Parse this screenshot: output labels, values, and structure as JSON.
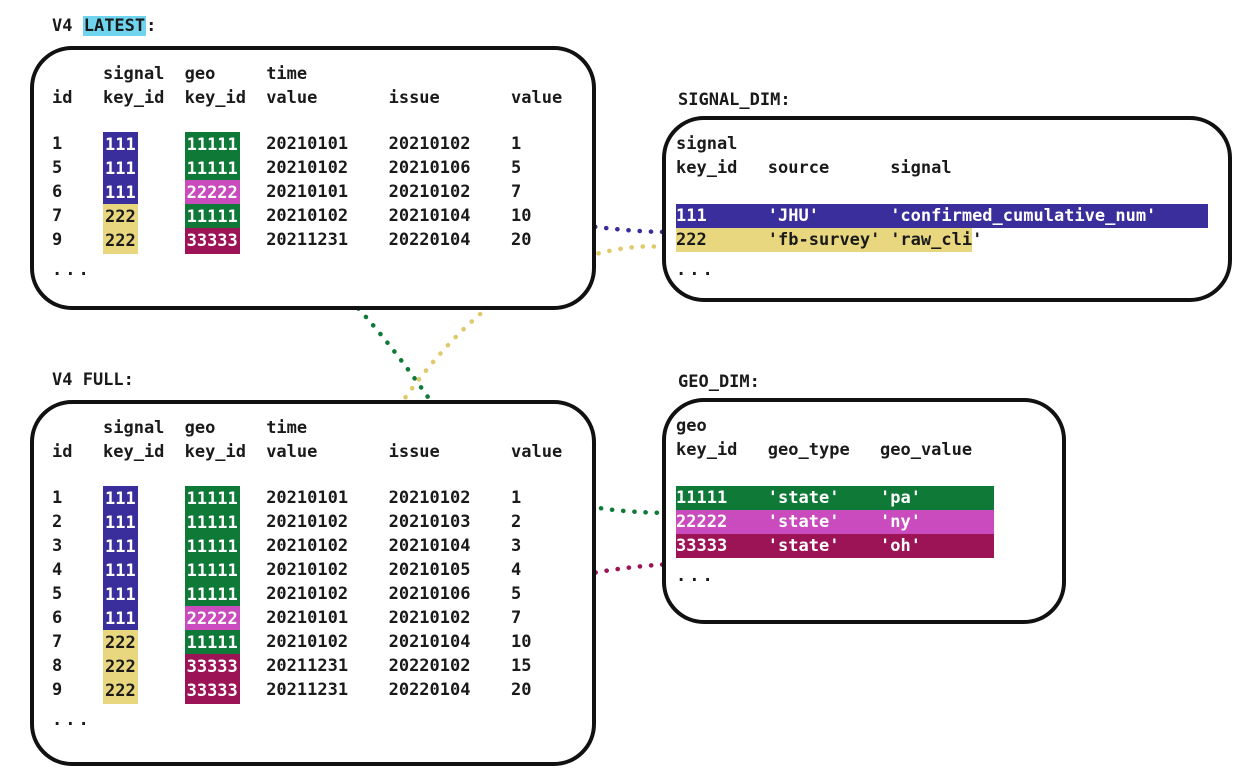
{
  "colors": {
    "purple": "#3a2d9c",
    "gold": "#e8d77e",
    "green": "#0f7a37",
    "magenta": "#c94bbd",
    "maroon": "#9c1356",
    "highlight_cyan": "#6fd5ee",
    "stroke": "#111111",
    "text": "#1a1a1a"
  },
  "captions": {
    "latest_prefix": "V4 ",
    "latest_mark": "LATEST",
    "latest_suffix": ":",
    "full": "V4 FULL:",
    "signal_dim": "SIGNAL_DIM:",
    "geo_dim": "GEO_DIM:"
  },
  "ellipsis": "...",
  "latest_table": {
    "name": "V4 LATEST",
    "header_top": [
      "",
      "signal",
      "geo",
      "time",
      "",
      ""
    ],
    "header_bottom": [
      "id",
      "key_id",
      "key_id",
      "value",
      "issue",
      "value"
    ],
    "rows": [
      {
        "id": "1",
        "signal_key_id": "111",
        "signal_color": "purple",
        "geo_key_id": "11111",
        "geo_color": "green",
        "time_value": "20210101",
        "issue": "20210102",
        "value": "1"
      },
      {
        "id": "5",
        "signal_key_id": "111",
        "signal_color": "purple",
        "geo_key_id": "11111",
        "geo_color": "green",
        "time_value": "20210102",
        "issue": "20210106",
        "value": "5"
      },
      {
        "id": "6",
        "signal_key_id": "111",
        "signal_color": "purple",
        "geo_key_id": "22222",
        "geo_color": "magenta",
        "time_value": "20210101",
        "issue": "20210102",
        "value": "7"
      },
      {
        "id": "7",
        "signal_key_id": "222",
        "signal_color": "gold",
        "geo_key_id": "11111",
        "geo_color": "green",
        "time_value": "20210102",
        "issue": "20210104",
        "value": "10"
      },
      {
        "id": "9",
        "signal_key_id": "222",
        "signal_color": "gold",
        "geo_key_id": "33333",
        "geo_color": "maroon",
        "time_value": "20211231",
        "issue": "20220104",
        "value": "20"
      }
    ]
  },
  "full_table": {
    "name": "V4 FULL",
    "header_top": [
      "",
      "signal",
      "geo",
      "time",
      "",
      ""
    ],
    "header_bottom": [
      "id",
      "key_id",
      "key_id",
      "value",
      "issue",
      "value"
    ],
    "rows": [
      {
        "id": "1",
        "signal_key_id": "111",
        "signal_color": "purple",
        "geo_key_id": "11111",
        "geo_color": "green",
        "time_value": "20210101",
        "issue": "20210102",
        "value": "1"
      },
      {
        "id": "2",
        "signal_key_id": "111",
        "signal_color": "purple",
        "geo_key_id": "11111",
        "geo_color": "green",
        "time_value": "20210102",
        "issue": "20210103",
        "value": "2"
      },
      {
        "id": "3",
        "signal_key_id": "111",
        "signal_color": "purple",
        "geo_key_id": "11111",
        "geo_color": "green",
        "time_value": "20210102",
        "issue": "20210104",
        "value": "3"
      },
      {
        "id": "4",
        "signal_key_id": "111",
        "signal_color": "purple",
        "geo_key_id": "11111",
        "geo_color": "green",
        "time_value": "20210102",
        "issue": "20210105",
        "value": "4"
      },
      {
        "id": "5",
        "signal_key_id": "111",
        "signal_color": "purple",
        "geo_key_id": "11111",
        "geo_color": "green",
        "time_value": "20210102",
        "issue": "20210106",
        "value": "5"
      },
      {
        "id": "6",
        "signal_key_id": "111",
        "signal_color": "purple",
        "geo_key_id": "22222",
        "geo_color": "magenta",
        "time_value": "20210101",
        "issue": "20210102",
        "value": "7"
      },
      {
        "id": "7",
        "signal_key_id": "222",
        "signal_color": "gold",
        "geo_key_id": "11111",
        "geo_color": "green",
        "time_value": "20210102",
        "issue": "20210104",
        "value": "10"
      },
      {
        "id": "8",
        "signal_key_id": "222",
        "signal_color": "gold",
        "geo_key_id": "33333",
        "geo_color": "maroon",
        "time_value": "20211231",
        "issue": "20220102",
        "value": "15"
      },
      {
        "id": "9",
        "signal_key_id": "222",
        "signal_color": "gold",
        "geo_key_id": "33333",
        "geo_color": "maroon",
        "time_value": "20211231",
        "issue": "20220104",
        "value": "20"
      }
    ]
  },
  "signal_dim": {
    "name": "SIGNAL_DIM",
    "header_top": [
      "signal",
      "",
      ""
    ],
    "header_bottom": [
      "key_id",
      "source",
      "signal"
    ],
    "rows": [
      {
        "key_id": "111",
        "source": "'JHU'",
        "signal": "'confirmed_cumulative_num'",
        "color": "purple",
        "text": "white"
      },
      {
        "key_id": "222",
        "source": "'fb-survey'",
        "signal": "'raw_cli'",
        "color": "gold",
        "text": "black"
      }
    ]
  },
  "geo_dim": {
    "name": "GEO_DIM",
    "header_top": [
      "geo",
      "",
      ""
    ],
    "header_bottom": [
      "key_id",
      "geo_type",
      "geo_value"
    ],
    "rows": [
      {
        "key_id": "11111",
        "geo_type": "'state'",
        "geo_value": "'pa'",
        "color": "green",
        "text": "white"
      },
      {
        "key_id": "22222",
        "geo_type": "'state'",
        "geo_value": "'ny'",
        "color": "magenta",
        "text": "white"
      },
      {
        "key_id": "33333",
        "geo_type": "'state'",
        "geo_value": "'oh'",
        "color": "maroon",
        "text": "white"
      }
    ]
  },
  "connectors": [
    {
      "name": "latest-signal-111-to-signal-dim",
      "color": "#3a2d9c"
    },
    {
      "name": "latest-geo-11111-to-geo-dim",
      "color": "#0f7a37"
    },
    {
      "name": "full-signal-222-to-signal-dim",
      "color": "#e0c96a"
    },
    {
      "name": "full-geo-33333-to-geo-dim",
      "color": "#9c1356"
    }
  ]
}
